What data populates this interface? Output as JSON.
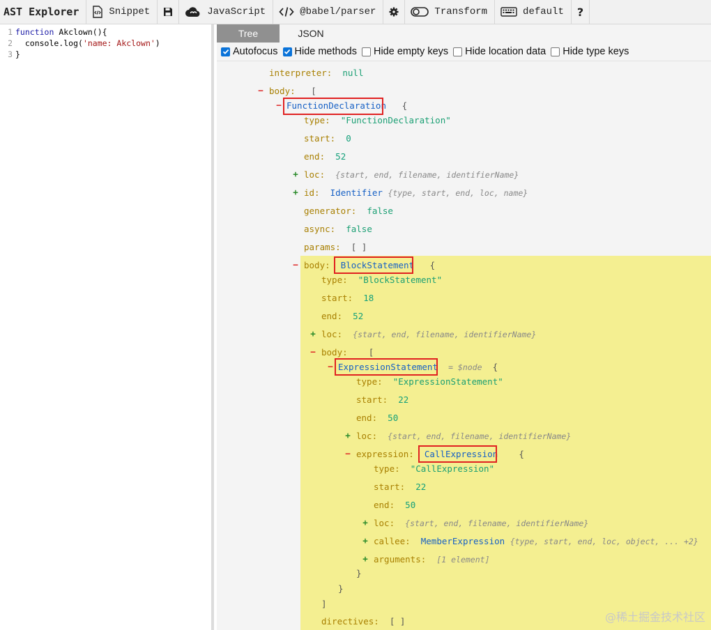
{
  "app": {
    "title": "AST Explorer"
  },
  "toolbar": {
    "snippet": "Snippet",
    "language": "JavaScript",
    "parser": "@babel/parser",
    "transform": "Transform",
    "keymap": "default",
    "help": "?"
  },
  "editor": {
    "lines": [
      {
        "num": "1",
        "kw": "function",
        "rest": " Akclown(){"
      },
      {
        "num": "2",
        "pre": "  console.log(",
        "str": "'name: Akclown'",
        "post": ")"
      },
      {
        "num": "3",
        "rest": "}"
      }
    ]
  },
  "tabs": {
    "tree": "Tree",
    "json": "JSON"
  },
  "options": {
    "autofocus": {
      "label": "Autofocus",
      "checked": true
    },
    "hide_methods": {
      "label": "Hide methods",
      "checked": true
    },
    "hide_empty": {
      "label": "Hide empty keys",
      "checked": false
    },
    "hide_location": {
      "label": "Hide location data",
      "checked": false
    },
    "hide_type": {
      "label": "Hide type keys",
      "checked": false
    }
  },
  "tree": {
    "interpreter": {
      "key": "interpreter:",
      "value": "null"
    },
    "body": {
      "key": "body:",
      "open": "["
    },
    "func_decl": {
      "name": "FunctionDeclaration",
      "open": "{",
      "type_key": "type:",
      "type_val": "\"FunctionDeclaration\"",
      "start_key": "start:",
      "start_val": "0",
      "end_key": "end:",
      "end_val": "52",
      "loc_key": "loc:",
      "loc_meta": "{start, end, filename, identifierName}",
      "id_key": "id:",
      "id_val": "Identifier",
      "id_meta": "{type, start, end, loc, name}",
      "generator_key": "generator:",
      "generator_val": "false",
      "async_key": "async:",
      "async_val": "false",
      "params_key": "params:",
      "params_val": "[ ]"
    },
    "block": {
      "key": "body:",
      "name": "BlockStatement",
      "open": "{",
      "type_key": "type:",
      "type_val": "\"BlockStatement\"",
      "start_key": "start:",
      "start_val": "18",
      "end_key": "end:",
      "end_val": "52",
      "loc_key": "loc:",
      "loc_meta": "{start, end, filename, identifierName}",
      "body_key": "body:",
      "body_open": "[",
      "body_close": "]",
      "directives_key": "directives:",
      "directives_val": "[ ]"
    },
    "expr_stmt": {
      "name": "ExpressionStatement",
      "node_meta": "= $node",
      "open": "{",
      "type_key": "type:",
      "type_val": "\"ExpressionStatement\"",
      "start_key": "start:",
      "start_val": "22",
      "end_key": "end:",
      "end_val": "50",
      "loc_key": "loc:",
      "loc_meta": "{start, end, filename, identifierName}",
      "expression_key": "expression:",
      "close": "}"
    },
    "call": {
      "name": "CallExpression",
      "open": "{",
      "type_key": "type:",
      "type_val": "\"CallExpression\"",
      "start_key": "start:",
      "start_val": "22",
      "end_key": "end:",
      "end_val": "50",
      "loc_key": "loc:",
      "loc_meta": "{start, end, filename, identifierName}",
      "callee_key": "callee:",
      "callee_val": "MemberExpression",
      "callee_meta": "{type, start, end, loc, object, ... +2}",
      "arguments_key": "arguments:",
      "arguments_meta": "[1 element]",
      "close": "}"
    }
  },
  "watermark": "@稀土掘金技术社区",
  "colors": {
    "highlight": "#f4ef91",
    "annotation_box": "#e02020",
    "active_tab": "#909090"
  }
}
